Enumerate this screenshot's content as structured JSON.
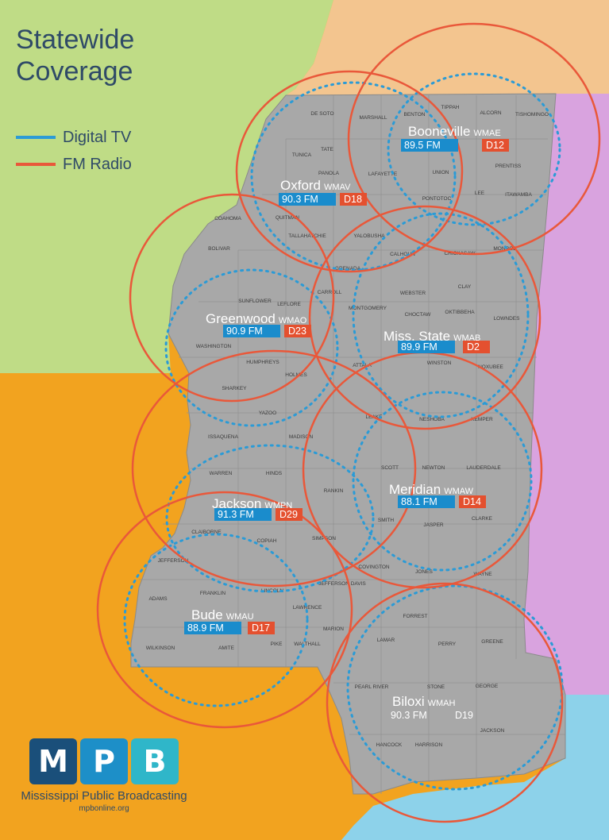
{
  "title": {
    "line1": "Statewide",
    "line2": "Coverage"
  },
  "legend": [
    {
      "label": "Digital TV",
      "color": "#2b9bd6"
    },
    {
      "label": "FM Radio",
      "color": "#e9583a"
    }
  ],
  "colors": {
    "tennessee": "#f3c58f",
    "arkansas": "#bfdc86",
    "louisiana": "#f2a31f",
    "alabama": "#d9a3df",
    "gulf": "#8dd2ea",
    "state": "#a8a8a8",
    "fm_badge_blue": "#1a8ccc",
    "tv_badge_red": "#e4502f"
  },
  "stations": [
    {
      "city": "Booneville",
      "callsign": "WMAE",
      "fm": "89.5 FM",
      "tv": "D12"
    },
    {
      "city": "Oxford",
      "callsign": "WMAV",
      "fm": "90.3 FM",
      "tv": "D18"
    },
    {
      "city": "Greenwood",
      "callsign": "WMAO",
      "fm": "90.9 FM",
      "tv": "D23"
    },
    {
      "city": "Miss. State",
      "callsign": "WMAB",
      "fm": "89.9 FM",
      "tv": "D2"
    },
    {
      "city": "Meridian",
      "callsign": "WMAW",
      "fm": "88.1 FM",
      "tv": "D14"
    },
    {
      "city": "Jackson",
      "callsign": "WMPN",
      "fm": "91.3 FM",
      "tv": "D29"
    },
    {
      "city": "Bude",
      "callsign": "WMAU",
      "fm": "88.9 FM",
      "tv": "D17"
    },
    {
      "city": "Biloxi",
      "callsign": "WMAH",
      "fm": "90.3 FM",
      "tv": "D19"
    }
  ],
  "counties": [
    "DE SOTO",
    "MARSHALL",
    "BENTON",
    "TIPPAH",
    "ALCORN",
    "TISHOMINGO",
    "TUNICA",
    "TATE",
    "PANOLA",
    "LAFAYETTE",
    "UNION",
    "PRENTISS",
    "LEE",
    "ITAWAMBA",
    "PONTOTOC",
    "COAHOMA",
    "QUITMAN",
    "TALLAHATCHIE",
    "YALOBUSHA",
    "CALHOUN",
    "CHICKASAW",
    "MONROE",
    "BOLIVAR",
    "GRENADA",
    "CARROLL",
    "SUNFLOWER",
    "LEFLORE",
    "MONTGOMERY",
    "WEBSTER",
    "CLAY",
    "CHOCTAW",
    "OKTIBBEHA",
    "LOWNDES",
    "WASHINGTON",
    "HUMPHREYS",
    "HOLMES",
    "ATTALA",
    "WINSTON",
    "NOXUBEE",
    "SHARKEY",
    "YAZOO",
    "LEAKE",
    "NESHOBA",
    "KEMPER",
    "ISSAQUENA",
    "MADISON",
    "WARREN",
    "HINDS",
    "RANKIN",
    "SCOTT",
    "NEWTON",
    "LAUDERDALE",
    "SMITH",
    "JASPER",
    "CLARKE",
    "CLAIBORNE",
    "COPIAH",
    "SIMPSON",
    "JEFFERSON",
    "COVINGTON",
    "JONES",
    "WAYNE",
    "JEFFERSON DAVIS",
    "ADAMS",
    "FRANKLIN",
    "LINCOLN",
    "LAWRENCE",
    "FORREST",
    "MARION",
    "LAMAR",
    "PERRY",
    "GREENE",
    "WILKINSON",
    "AMITE",
    "PIKE",
    "WALTHALL",
    "PEARL RIVER",
    "STONE",
    "GEORGE",
    "HANCOCK",
    "HARRISON",
    "JACKSON"
  ],
  "logo": {
    "letters": [
      "M",
      "P",
      "B"
    ],
    "name": "Mississippi Public Broadcasting",
    "url": "mpbonline.org"
  }
}
